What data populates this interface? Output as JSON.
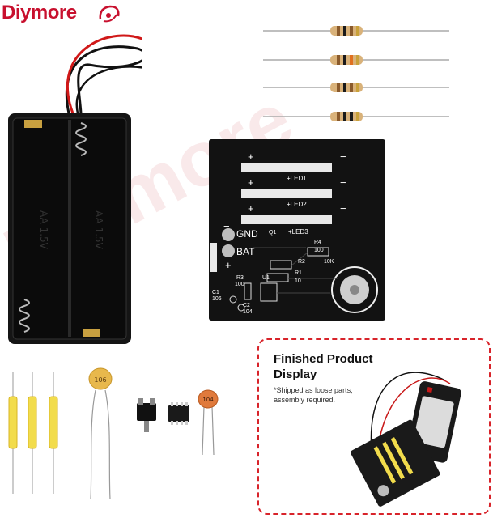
{
  "brand": {
    "name": "Diymore",
    "color": "#c8102e"
  },
  "watermark": {
    "text": "Diymore"
  },
  "pcb": {
    "labels": {
      "gnd": "GND",
      "bat": "BAT",
      "plus": "+",
      "minus": "−",
      "led1": "+LED1",
      "led2": "+LED2",
      "led3": "+LED3",
      "q1": "Q1",
      "r4": "R4",
      "r4_val": "100",
      "r2": "R2",
      "r2_val": "10K",
      "r1": "R1",
      "r1_val": "10",
      "r3": "R3",
      "r3_val": "100",
      "u1": "U1",
      "c1": "C1",
      "c1_val": "106",
      "c2": "C2",
      "c2_val": "104"
    }
  },
  "capacitors": {
    "large": "106",
    "small": "104"
  },
  "finished_panel": {
    "title": "Finished Product Display",
    "note": "*Shipped as loose parts; assembly required.",
    "border_color": "#d8232a"
  },
  "icons": {
    "battery_holder": "battery-holder-icon",
    "resistor": "resistor-icon",
    "pcb": "pcb-board-icon",
    "led": "yellow-led-icon",
    "capacitor": "ceramic-capacitor-icon",
    "transistor": "transistor-icon",
    "chip": "ic-chip-icon",
    "button": "push-button-icon"
  }
}
